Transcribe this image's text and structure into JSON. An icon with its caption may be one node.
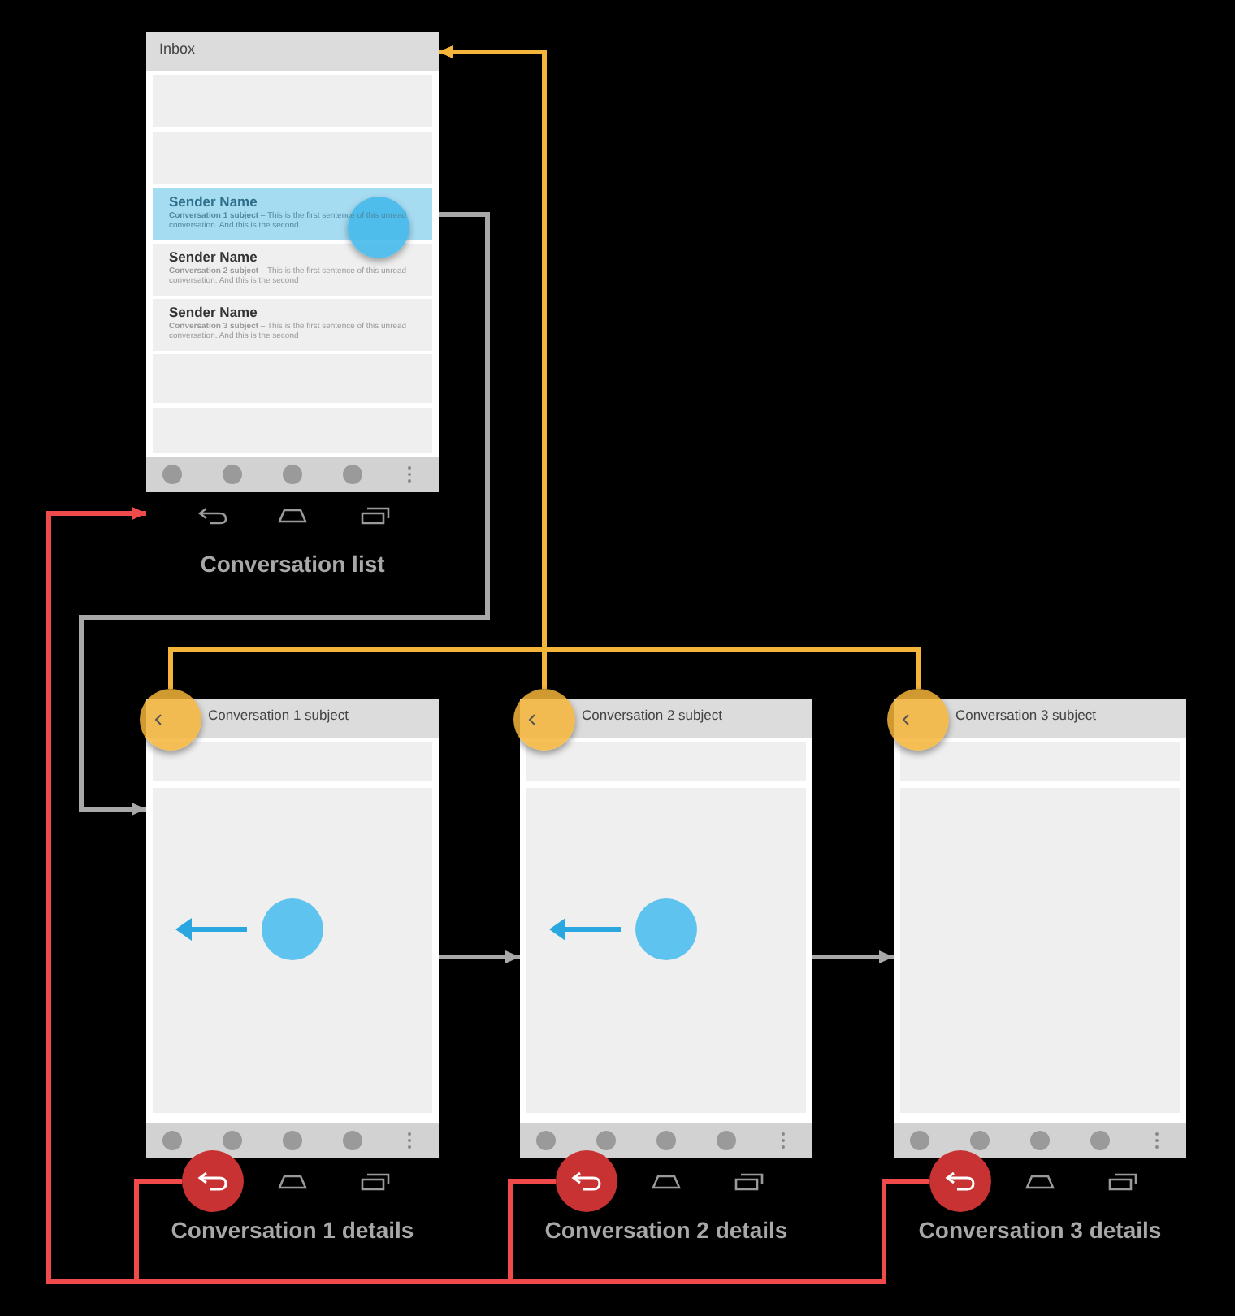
{
  "diagram": {
    "nodes": [
      {
        "text": [
          "Inbox"
        ],
        "beside": [
          "Conversation list"
        ]
      },
      {
        "text": [
          "Sender Name",
          "**Conversation 1 subject** – This is the first sentence of this unread conversation. And this is the second"
        ],
        "in": 0
      },
      {
        "text": [
          "Sender Name",
          "**Conversation 2 subject** – This is the first sentence of this unread conversation. And this is the second"
        ],
        "in": 0
      },
      {
        "text": [
          "Sender Name",
          "**Conversation 3 subject** – This is the first sentence of this unread conversation. And this is the second"
        ],
        "in": 0
      },
      {
        "text": [
          "Conversation 1 subject"
        ],
        "beside": [
          "Conversation 1 details"
        ]
      },
      {
        "text": [
          "Conversation 2 subject"
        ],
        "beside": [
          "Conversation 2 details"
        ]
      },
      {
        "text": [
          "Conversation 3 subject"
        ],
        "beside": [
          "Conversation 3 details"
        ]
      },
      {
        "text": [],
        "shape": "circle",
        "in": 4
      },
      {
        "text": [],
        "shape": "circle",
        "in": 5
      },
      {
        "text": [],
        "shape": "circle",
        "in": 6
      },
      {
        "text": [],
        "shape": "circle",
        "in": 4
      },
      {
        "text": [],
        "shape": "circle",
        "in": 5
      },
      {
        "text": [],
        "shape": "circle",
        "in": 6
      }
    ],
    "edges": [
      {
        "from": 1,
        "to": 4,
        "arrow": "to",
        "color": "#a8a8a8"
      },
      {
        "from": 4,
        "to": 5,
        "arrow": "to",
        "color": "#a8a8a8"
      },
      {
        "from": 5,
        "to": 6,
        "arrow": "to",
        "color": "#a8a8a8"
      },
      {
        "from": 7,
        "to": 0,
        "arrow": "to",
        "color": "#f5b53a"
      },
      {
        "from": 8,
        "to": 0,
        "arrow": "to",
        "color": "#f5b53a"
      },
      {
        "from": 9,
        "to": 0,
        "arrow": "to",
        "color": "#f5b53a"
      },
      {
        "from": 10,
        "to": 0,
        "arrow": "to",
        "color": "#f04a4a"
      },
      {
        "from": 11,
        "to": 0,
        "arrow": "to",
        "color": "#f04a4a"
      },
      {
        "from": 12,
        "to": 0,
        "arrow": "to",
        "color": "#f04a4a"
      }
    ]
  }
}
